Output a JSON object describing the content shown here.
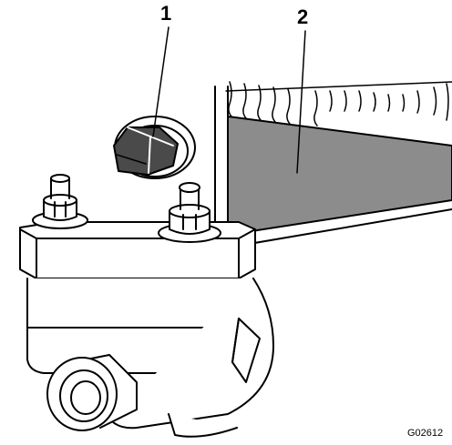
{
  "callouts": [
    {
      "label": "1"
    },
    {
      "label": "2"
    }
  ],
  "figure_id": "G02612",
  "colors": {
    "line": "#000000",
    "panel_fill": "#8c8c8c",
    "cap_fill": "#4a4a4a",
    "background": "#ffffff"
  }
}
